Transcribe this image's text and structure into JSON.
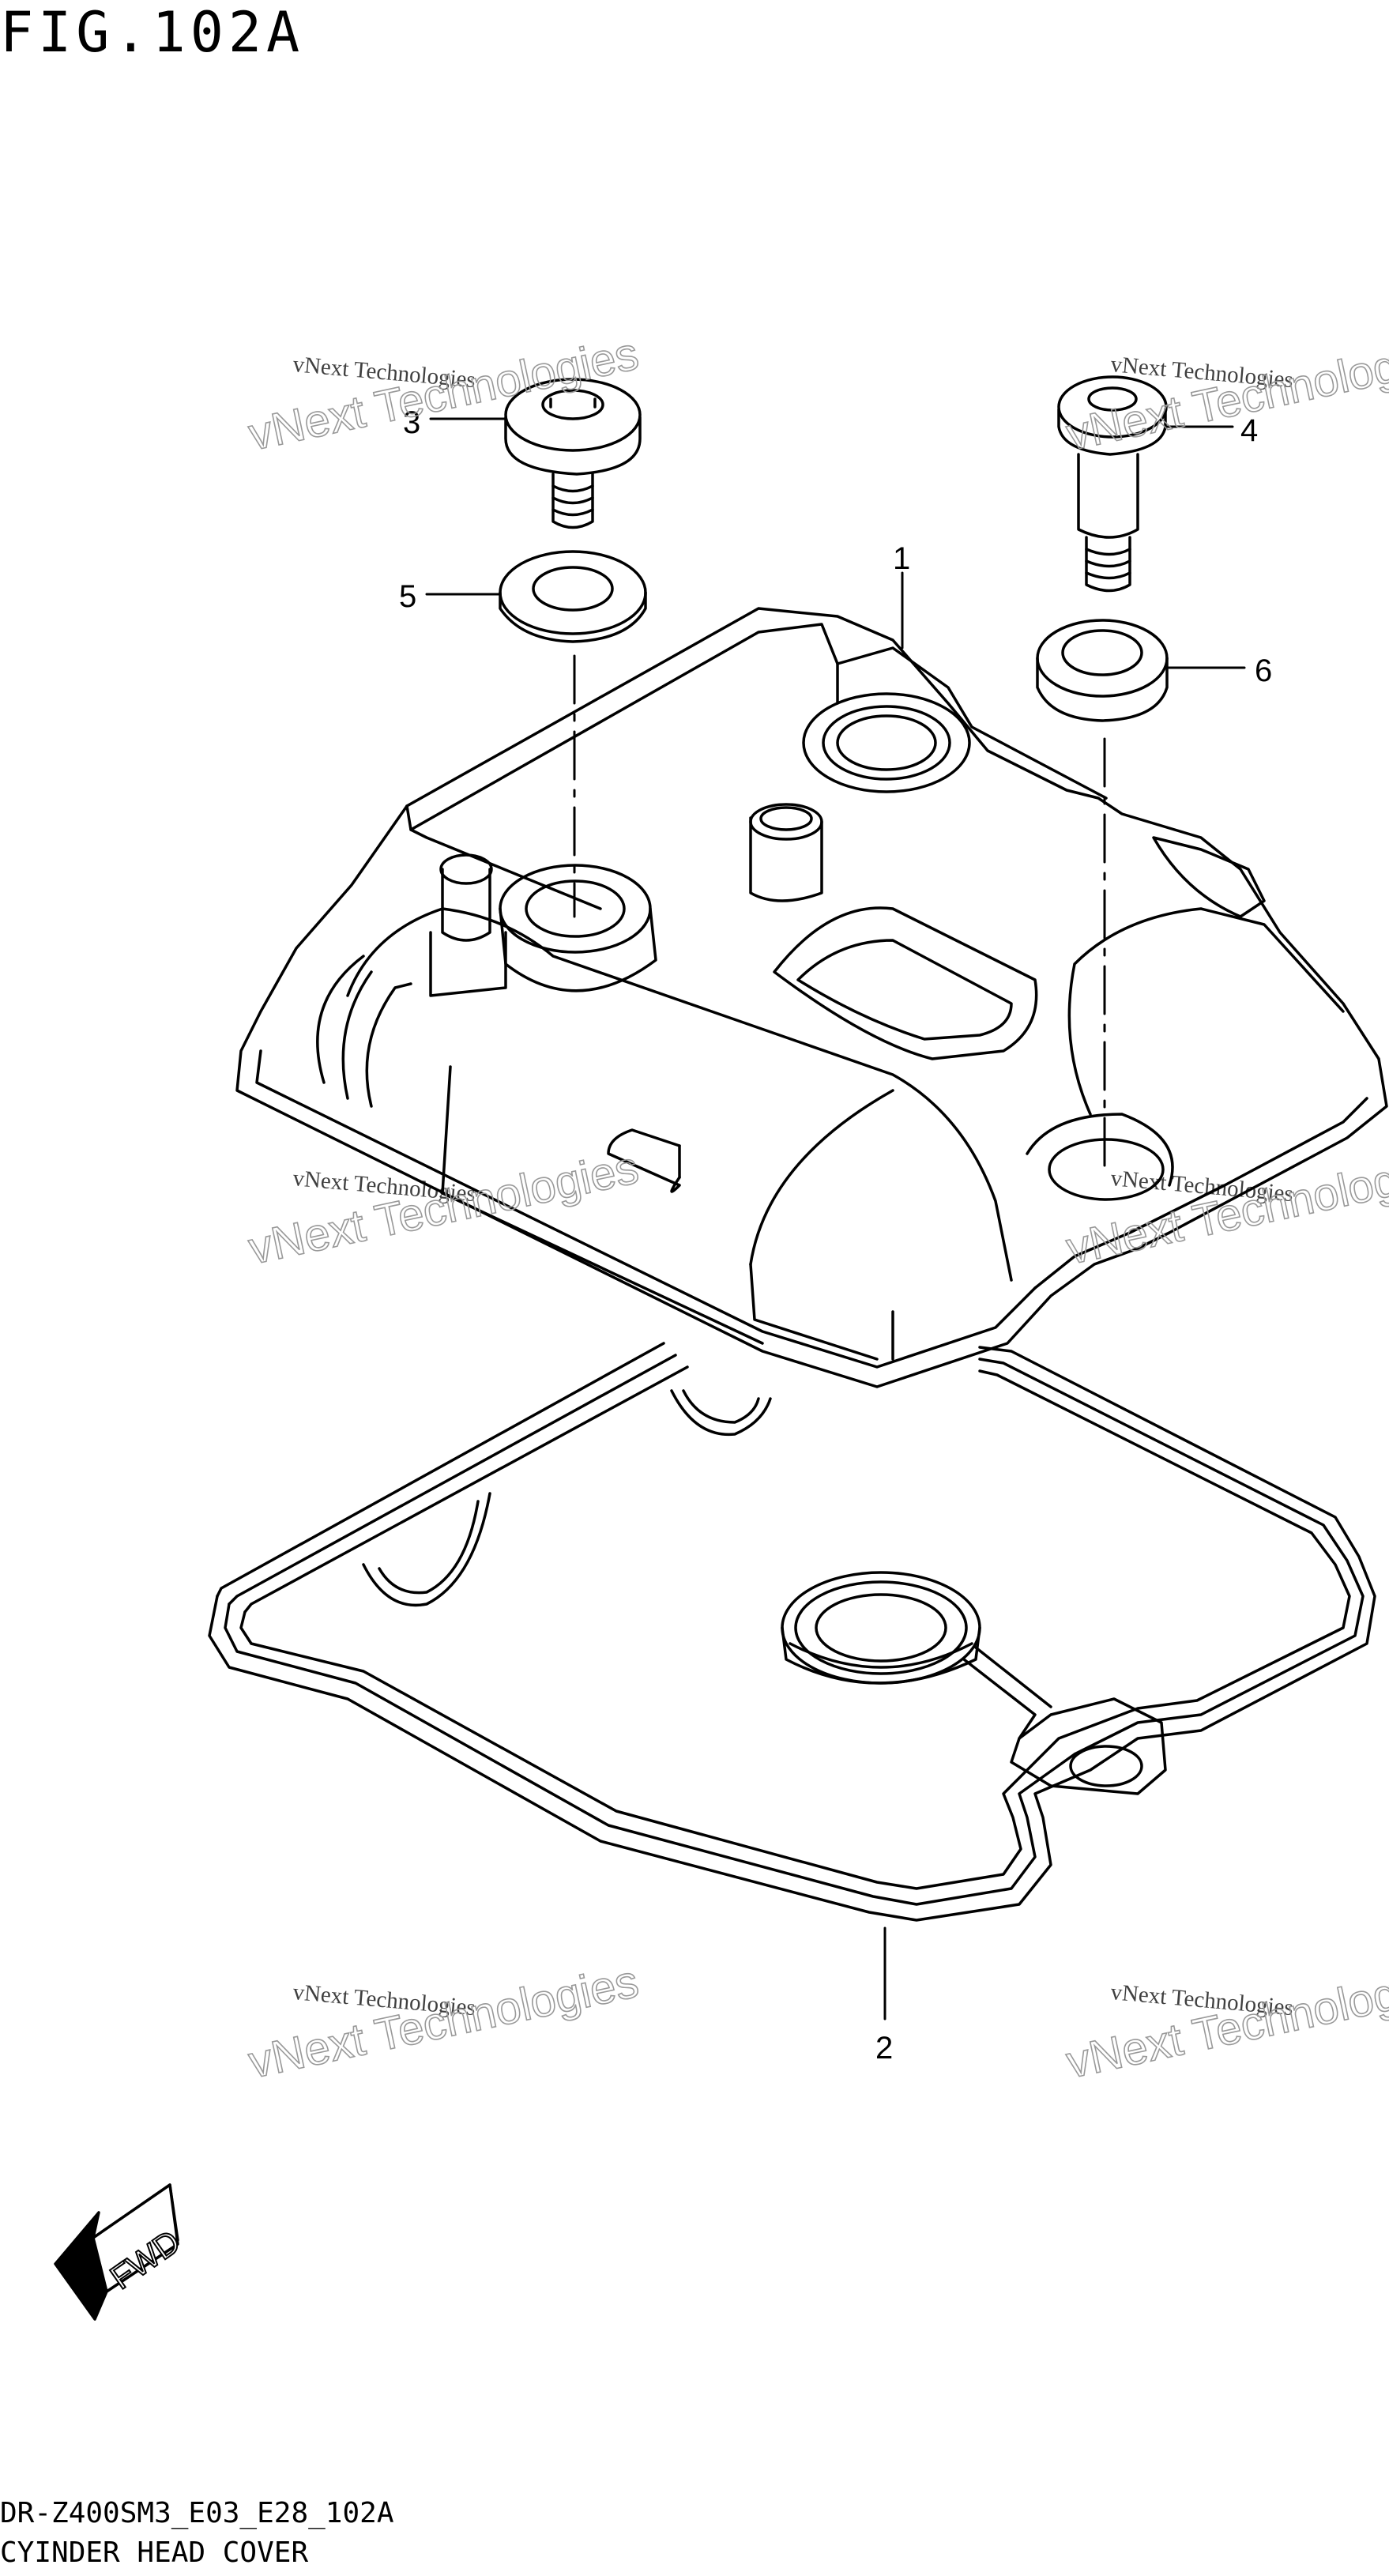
{
  "figure": {
    "title": "FIG.102A"
  },
  "footer": {
    "model_code": "DR-Z400SM3_E03_E28_102A",
    "part_group": "CYINDER HEAD COVER"
  },
  "callouts": [
    "1",
    "2",
    "3",
    "4",
    "5",
    "6"
  ],
  "watermark": {
    "line1": "vNext Technologies",
    "line2": "vNext Technologies"
  },
  "fwd_arrow": {
    "label": "FWD"
  }
}
